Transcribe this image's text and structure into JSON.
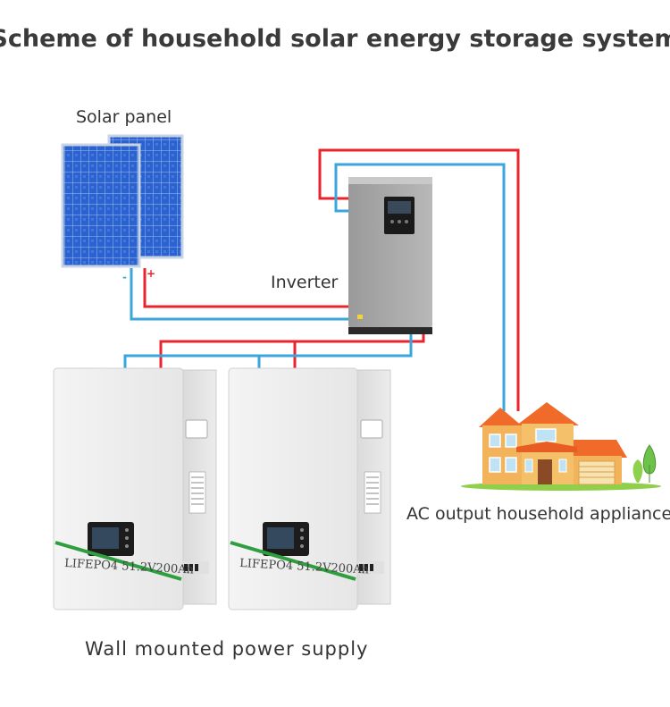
{
  "title": "Scheme of household solar energy storage system",
  "labels": {
    "solar_panel": "Solar panel",
    "inverter": "Inverter",
    "household": "AC output household appliances",
    "wall_supply": "Wall mounted power supply"
  },
  "panel_signs": {
    "negative": "-",
    "positive": "+"
  },
  "battery_label": "LIFEPO4  51.2V200Ah",
  "colors": {
    "positive_wire": "#e8242e",
    "negative_wire": "#3aa6dc",
    "battery_stripe": "#2e9e3e",
    "panel_blue": "#2a5fc8",
    "house_roof": "#f06a2a",
    "house_wall": "#f2b35a"
  }
}
